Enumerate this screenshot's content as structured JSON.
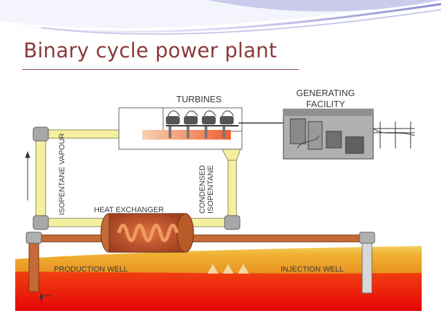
{
  "slide": {
    "title": "Binary cycle power plant"
  },
  "diagram": {
    "turbines_label": "TURBINES",
    "generating_label_line1": "GENERATING",
    "generating_label_line2": "FACILITY",
    "vapour_label": "ISOPENTANE VAPOUR",
    "condensed_label_line1": "CONDENSED",
    "condensed_label_line2": "ISOPENTANE",
    "heat_exchanger_label": "HEAT EXCHANGER",
    "production_well_label": "PRODUCTION WELL",
    "injection_well_label": "INJECTION WELL"
  },
  "colors": {
    "title": "#8b3a3a",
    "pipe_vapour": "#f5f0a0",
    "pipe_hot": "#c06030",
    "ground_top": "#f0c040",
    "ground_hot": "#e81010",
    "accent_band": "#9a9ad8"
  }
}
